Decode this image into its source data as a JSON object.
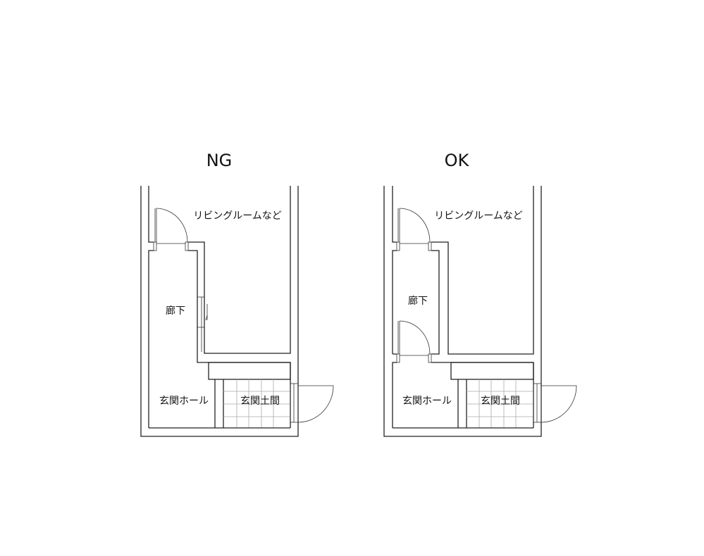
{
  "plans": [
    {
      "title": "NG",
      "living": "リビングルームなど",
      "corridor": "廊下",
      "hall": "玄関ホール",
      "doma": "玄関土間"
    },
    {
      "title": "OK",
      "living": "リビングルームなど",
      "corridor": "廊下",
      "hall": "玄関ホール",
      "doma": "玄関土間"
    }
  ]
}
